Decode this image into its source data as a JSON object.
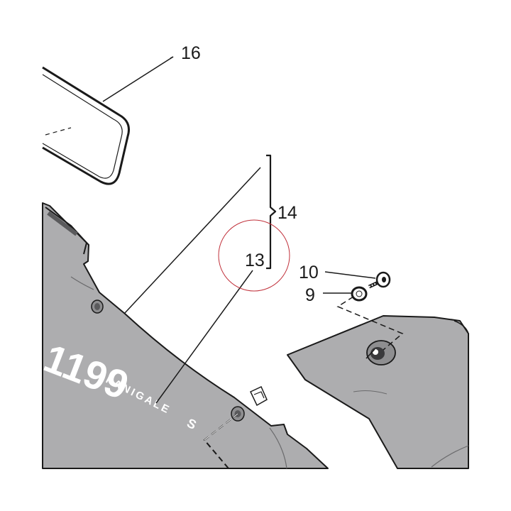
{
  "callouts": {
    "windscreen": "16",
    "fairing_assembly": "14",
    "fairing_panel": "13",
    "screw": "10",
    "washer": "9"
  },
  "fairing_logo": {
    "model_number": "1199",
    "model_name": "PANIGALE",
    "model_variant": "S"
  },
  "colors": {
    "panel_fill": "#adadaf",
    "outline": "#1a1a1a",
    "highlight_circle": "#c0303a"
  }
}
